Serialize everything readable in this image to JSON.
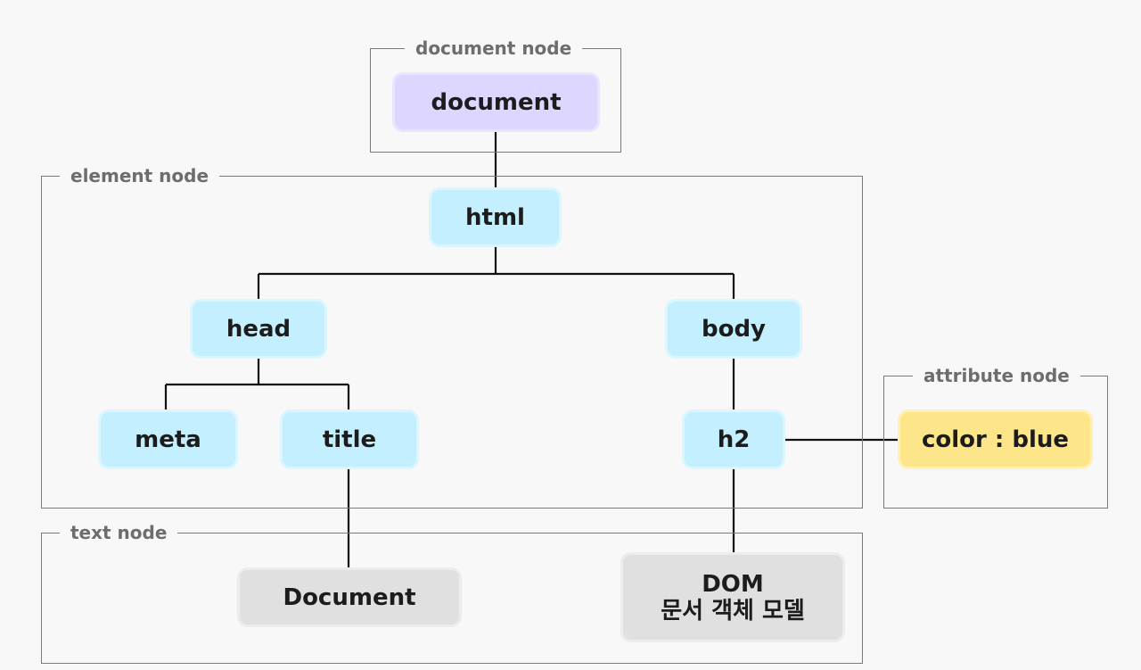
{
  "groups": {
    "document": "document node",
    "element": "element node",
    "attribute": "attribute node",
    "text": "text node"
  },
  "nodes": {
    "document": "document",
    "html": "html",
    "head": "head",
    "body": "body",
    "meta": "meta",
    "title": "title",
    "h2": "h2",
    "attr": "color : blue",
    "text_document": "Document",
    "text_dom_line1": "DOM",
    "text_dom_line2": "문서 객체 모델"
  },
  "colors": {
    "document_fill": "#ddd6fe",
    "element_fill": "#c3efff",
    "attribute_fill": "#fde68a",
    "text_fill": "#e0e0e0",
    "line": "#111111",
    "frame": "#7a7a7a"
  }
}
